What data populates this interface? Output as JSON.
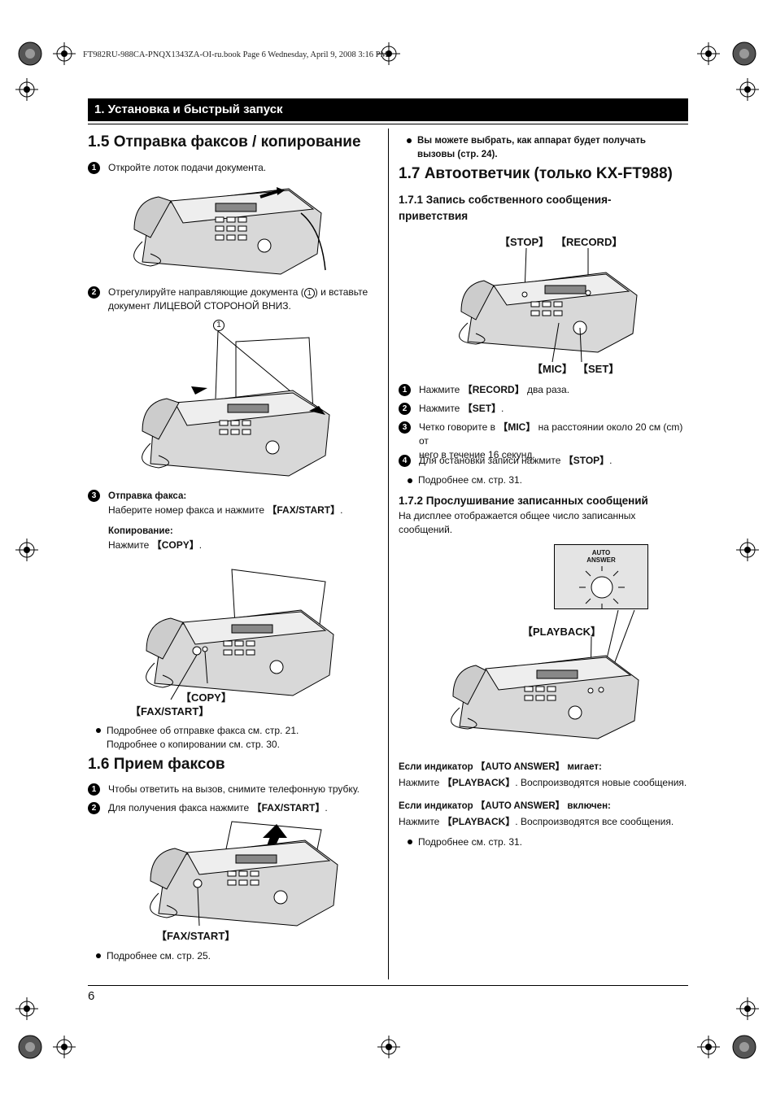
{
  "printer_line": "FT982RU-988CA-PNQX1343ZA-OI-ru.book  Page 6  Wednesday, April 9, 2008  3:16 PM",
  "chapter_header": "1. Установка и быстрый запуск",
  "page_number": "6",
  "left": {
    "s15": {
      "title": "1.5 Отправка факсов / копирование",
      "step1": {
        "num": "1",
        "text": "Откройте лоток подачи документа."
      },
      "step2": {
        "num": "2",
        "text_a": "Отрегулируйте направляющие документа (",
        "circ": "1",
        "text_b": ") и вставьте",
        "text_c": "документ ЛИЦЕВОЙ СТОРОНОЙ ВНИЗ."
      },
      "callout_1": "1",
      "step3": {
        "num": "3",
        "fax_label": "Отправка факса:",
        "fax_text": "Наберите номер факса и нажмите ",
        "fax_key": "【FAX/START】",
        "copy_label": "Копирование:",
        "copy_text": "Нажмите ",
        "copy_key": "【COPY】"
      },
      "callout_copy": "【COPY】",
      "callout_faxstart": "【FAX/START】",
      "note1": "Подробнее об отправке факса см. стр. 21.",
      "note2": "Подробнее о копировании см. стр. 30."
    },
    "s16": {
      "title": "1.6 Прием факсов",
      "step1": {
        "num": "1",
        "text": "Чтобы ответить на вызов, снимите телефонную трубку."
      },
      "step2": {
        "num": "2",
        "text": "Для получения факса нажмите ",
        "key": "【FAX/START】"
      },
      "callout_faxstart": "【FAX/START】",
      "note": "Подробнее см. стр. 25."
    }
  },
  "right": {
    "top_note_a": "Вы можете выбрать, как аппарат будет получать",
    "top_note_b": "вызовы (стр. 24).",
    "s17": {
      "title": "1.7 Автоответчик (только KX-FT988)",
      "sub1_a": "1.7.1 Запись собственного сообщения-",
      "sub1_b": "приветствия",
      "callout_stop": "【STOP】",
      "callout_record": "【RECORD】",
      "callout_mic": "【MIC】",
      "callout_set": "【SET】",
      "step1": {
        "num": "1",
        "pre": "Нажмите ",
        "key": "【RECORD】",
        "post": " два раза."
      },
      "step2": {
        "num": "2",
        "pre": "Нажмите ",
        "key": "【SET】",
        "post": "."
      },
      "step3": {
        "num": "3",
        "pre": "Четко говорите в ",
        "key": "【MIC】",
        "post": " на расстоянии около 20 см (cm) от",
        "line2": "него в течение 16 секунд."
      },
      "step4": {
        "num": "4",
        "pre": "Для остановки записи нажмите ",
        "key": "【STOP】",
        "post": "."
      },
      "note1": "Подробнее см. стр. 31.",
      "sub2": "1.7.2 Прослушивание записанных сообщений",
      "sub2_text_a": "На дисплее отображается общее число записанных",
      "sub2_text_b": "сообщений.",
      "indicator_label_a": "AUTO",
      "indicator_label_b": "ANSWER",
      "callout_playback": "【PLAYBACK】",
      "cond1_label": "Если индикатор 【AUTO ANSWER】 мигает:",
      "cond1_pre": "Нажмите ",
      "cond1_key": "【PLAYBACK】",
      "cond1_post": ". Воспроизводятся новые сообщения.",
      "cond2_label": "Если индикатор 【AUTO ANSWER】 включен:",
      "cond2_pre": "Нажмите ",
      "cond2_key": "【PLAYBACK】",
      "cond2_post": ". Воспроизводятся все сообщения.",
      "note2": "Подробнее см. стр. 31."
    }
  }
}
